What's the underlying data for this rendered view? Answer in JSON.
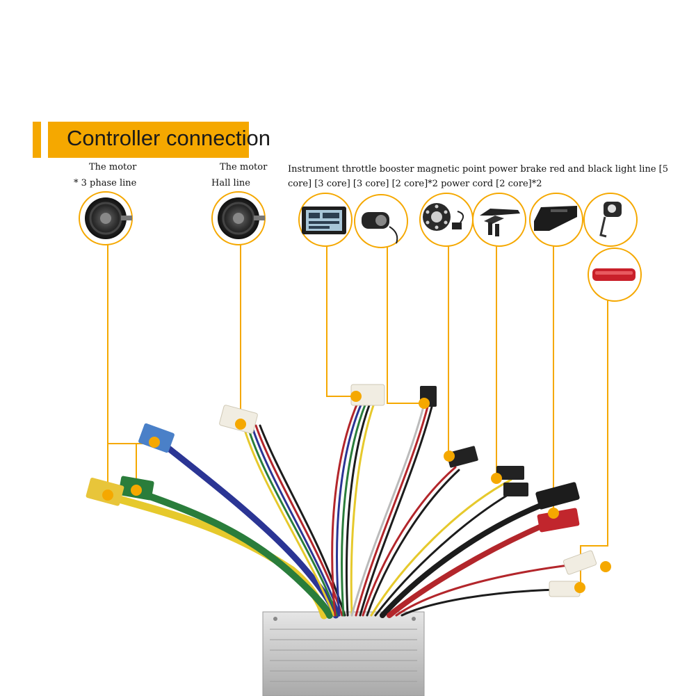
{
  "header": {
    "title": "Controller connection"
  },
  "labels": {
    "motor_phase_line1": "The motor",
    "motor_phase_line2": "* 3 phase line",
    "motor_hall_line1": "The motor",
    "motor_hall_line2": "Hall line",
    "components_description": "Instrument throttle booster magnetic point power brake red and black light line [5 core] [3 core] [3 core] [2 core]*2 power cord [2 core]*2"
  },
  "components": [
    "motor-phase",
    "motor-hall",
    "display",
    "throttle",
    "pas-sensor",
    "brake-levers",
    "battery",
    "headlight",
    "taillight"
  ],
  "colors": {
    "accent": "#f5a800",
    "wire_yellow": "#e6c92c",
    "wire_green": "#2a7d3b",
    "wire_blue": "#2b3594",
    "wire_red": "#b3262b",
    "wire_black": "#1c1c1c",
    "controller": "#c8c8c8"
  }
}
